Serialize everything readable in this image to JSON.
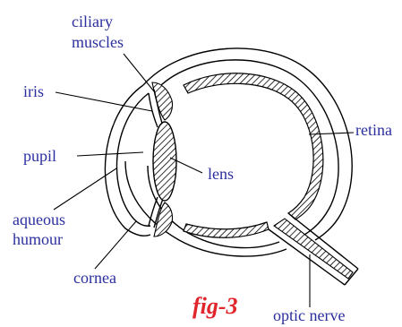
{
  "labels": {
    "ciliary_line1": "ciliary",
    "ciliary_line2": "muscles",
    "iris": "iris",
    "pupil": "pupil",
    "lens": "lens",
    "retina": "retina",
    "aqueous_line1": "aqueous",
    "aqueous_line2": "humour",
    "cornea": "cornea",
    "optic_nerve": "optic nerve"
  },
  "figure_caption": "fig-3",
  "colors": {
    "label": "#2b2f9e",
    "caption": "#e0252b",
    "outline": "#000000"
  }
}
